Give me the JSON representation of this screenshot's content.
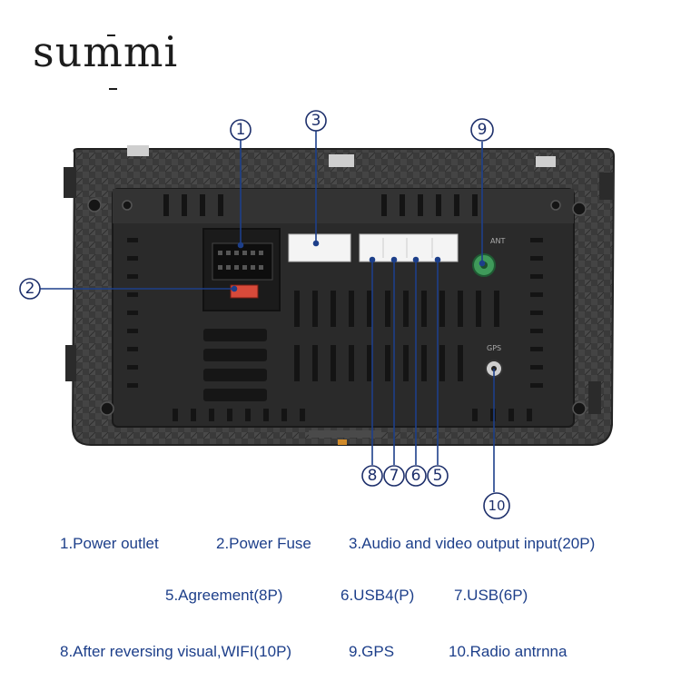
{
  "brand": {
    "logo_text": "summi"
  },
  "callouts": {
    "c1": "1",
    "c2": "2",
    "c3": "3",
    "c5": "5",
    "c6": "6",
    "c7": "7",
    "c8": "8",
    "c9": "9",
    "c10": "10"
  },
  "panel_labels": {
    "ant": "ANT",
    "gps": "GPS"
  },
  "legend": {
    "row1": [
      "1.Power outlet",
      "2.Power Fuse",
      "3.Audio and video output input(20P)"
    ],
    "row2": [
      "5.Agreement(8P)",
      "6.USB4(P)",
      "7.USB(6P)"
    ],
    "row3": [
      "8.After reversing visual,WIFI(10P)",
      "9.GPS",
      "10.Radio antrnna"
    ]
  },
  "colors": {
    "callout_line": "#1d3f8a",
    "legend_text": "#1d3f8a",
    "connector_green": "#3f9a5a",
    "fuse_red": "#d84a3a"
  },
  "icons": {
    "callout": "circle-number-icon"
  }
}
